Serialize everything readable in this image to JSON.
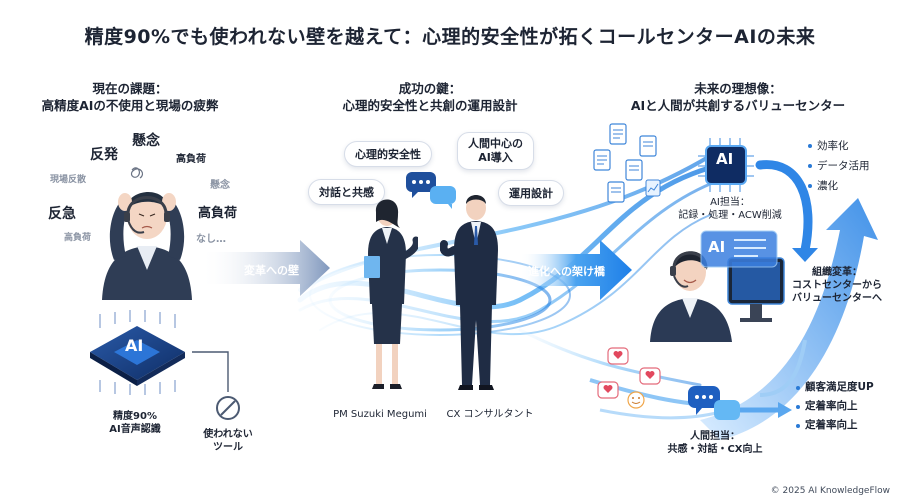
{
  "title": "精度90%でも使われない壁を越えて：心理的安全性が拓くコールセンターAIの未来",
  "sections": {
    "current": {
      "title_line1": "現在の課題：",
      "title_line2": "高精度AIの不使用と現場の疲弊"
    },
    "key": {
      "title_line1": "成功の鍵：",
      "title_line2": "心理的安全性と共創の運用設計"
    },
    "future": {
      "title_line1": "未来の理想像：",
      "title_line2": "AIと人間が共創するバリューセンター"
    }
  },
  "complaints": {
    "c1": "反発",
    "c2": "懸念",
    "c3": "高負荷",
    "c4": "現場反散",
    "c5": "懸念",
    "c6": "反急",
    "c7": "高負荷",
    "c8": "高負荷",
    "c9": "なし…"
  },
  "chip": {
    "text": "AI",
    "label_line1": "精度90%",
    "label_line2": "AI音声認識"
  },
  "unused": {
    "line1": "使われない",
    "line2": "ツール"
  },
  "arrows": {
    "wall": "変革への壁",
    "bridge": "進化への架け橋"
  },
  "key_bubbles": {
    "b1": "心理的安全性",
    "b2_line1": "人間中心の",
    "b2_line2": "AI導入",
    "b3": "対話と共感",
    "b4": "運用設計"
  },
  "people": {
    "pm": "PM Suzuki Megumi",
    "cx": "CX コンサルタント"
  },
  "ai_role": {
    "chip_text": "AI",
    "label_line1": "AI担当：",
    "label_line2": "記録・処理・ACW削減"
  },
  "ai_bullets": [
    "効率化",
    "データ活用",
    "濃化"
  ],
  "screen_text": "AI",
  "org": {
    "line1": "組織変革：",
    "line2": "コストセンターから",
    "line3": "バリューセンターへ"
  },
  "human_role": {
    "label_line1": "人間担当：",
    "label_line2": "共感・対話・CX向上"
  },
  "human_bullets": [
    "顧客満足度UP",
    "定着率向上",
    "定着率向上"
  ],
  "copyright": "© 2025 AI KnowledgeFlow",
  "colors": {
    "accent": "#1f6fd6",
    "light_blue": "#9cc7f2",
    "dark_navy": "#243247",
    "arrow_gray": "#8fa6c8"
  }
}
